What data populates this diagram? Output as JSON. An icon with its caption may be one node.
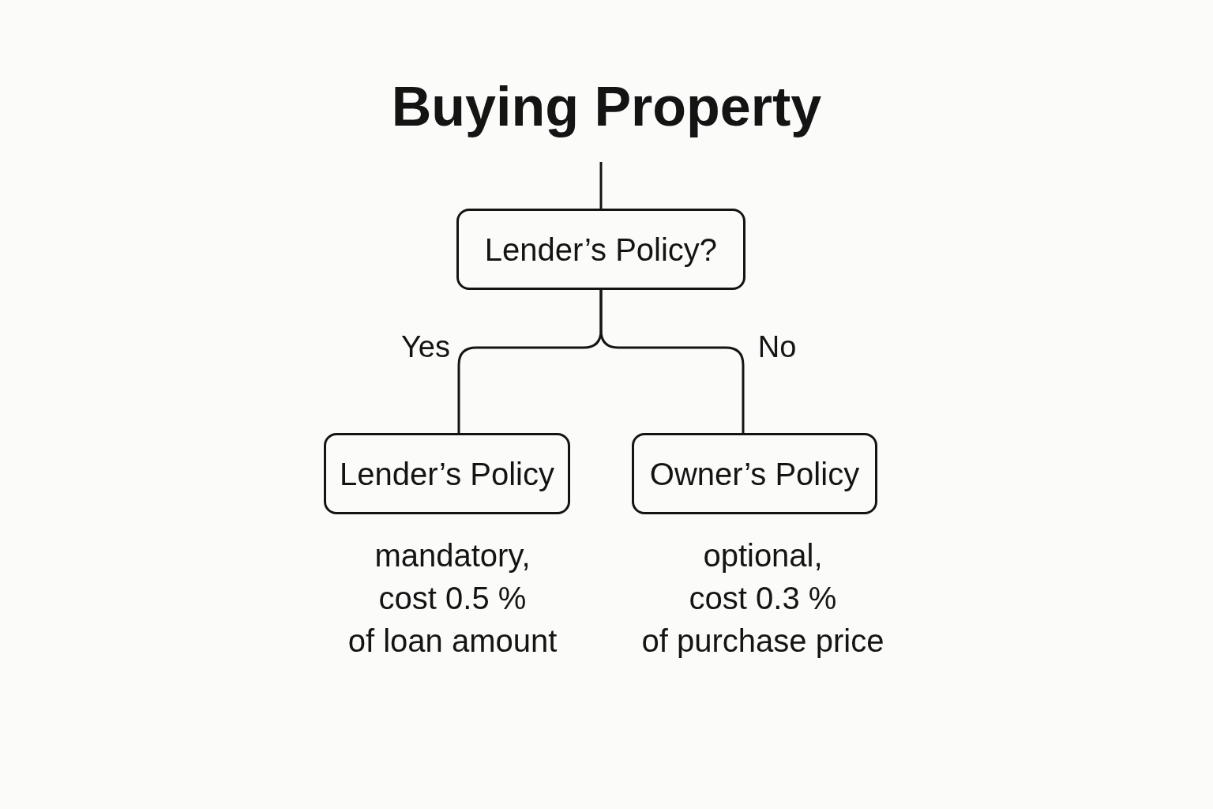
{
  "diagram": {
    "title": "Buying Property",
    "nodes": [
      {
        "text": [
          "Lender’s Policy?"
        ]
      },
      {
        "text": [
          "Lender’s Policy"
        ],
        "beside": [
          "mandatory, cost 0.5 % of loan amount"
        ]
      },
      {
        "text": [
          "Owner’s Policy"
        ],
        "beside": [
          "optional, cost 0.3 % of purchase price"
        ]
      }
    ],
    "edges": [
      {
        "from": null,
        "to": 0,
        "arrow": "none"
      },
      {
        "from": 0,
        "to": 1,
        "arrow": "none",
        "label": "Yes"
      },
      {
        "from": 0,
        "to": 2,
        "arrow": "none",
        "label": "No"
      }
    ]
  }
}
